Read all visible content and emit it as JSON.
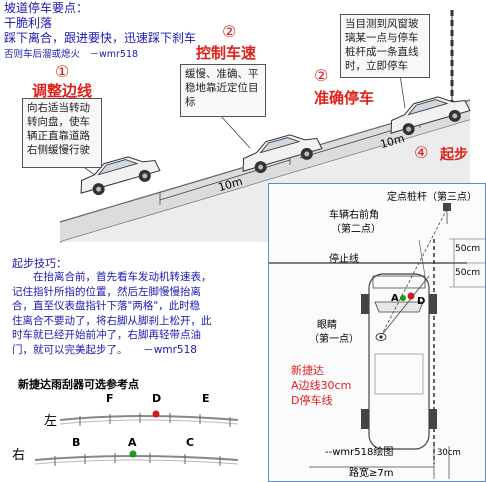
{
  "header": {
    "line1": "坡道停车要点：",
    "line2": "干脆利落",
    "line3": "踩下离合，跟进要快，迅速踩下刹车",
    "line4": "否则车后溜或熄火　－wmr518"
  },
  "steps": {
    "step1": {
      "num": "①",
      "title": "调整边线",
      "box": "向右适当转动转向盘，使车辆正直靠道路右侧缓慢行驶"
    },
    "step2": {
      "num": "②",
      "title": "控制车速",
      "box": "缓慢、准确、平稳地靠近定位目标"
    },
    "step3": {
      "num": "②",
      "title": "准确停车",
      "box": "当目测到风窗玻璃某一点与停车桩杆成一条直线时，立即停车"
    },
    "step4": {
      "num": "④",
      "title": "起步"
    }
  },
  "distances": {
    "d1": "10m",
    "d2": "10m"
  },
  "inset": {
    "stake_label": "定点桩杆（第三点）",
    "front_corner": "车辆右前角",
    "front_corner2": "（第二点）",
    "stop_line": "停止线",
    "dim1": "50cm",
    "dim2": "50cm",
    "eye": "眼睛",
    "eye2": "（第一点）",
    "pt_a": "A",
    "pt_d": "D",
    "note1": "新捷达",
    "note2": "A边线30cm",
    "note3": "D停车线",
    "credit": "--wmr518绘图",
    "road_width": "路宽≥7m",
    "dim3": "30cm"
  },
  "tips": {
    "title": "起步技巧：",
    "lines": [
      "　　在抬离合前，首先看车发动机转速表，",
      "记住指针所指的位置，然后左脚慢慢抬离",
      "合，直至仪表盘指针下落\"两格\"，此时稳",
      "住离合不要动了，将右脚从脚刹上松开，此",
      "时车就已经开始前冲了，右脚再轻带点油",
      "门，就可以完美起步了。　　－wmr518"
    ]
  },
  "wiper": {
    "title": "新捷达雨刮器可选参考点",
    "left": "左",
    "right": "右",
    "points_top": [
      "F",
      "D",
      "E"
    ],
    "points_bottom": [
      "B",
      "A",
      "C"
    ],
    "colors": {
      "d_dot": "#d81818",
      "a_dot": "#1a9a1a"
    }
  },
  "colors": {
    "red": "#e0201c",
    "blue": "#1a1ab4",
    "accent_blue": "#5a8ad8"
  }
}
